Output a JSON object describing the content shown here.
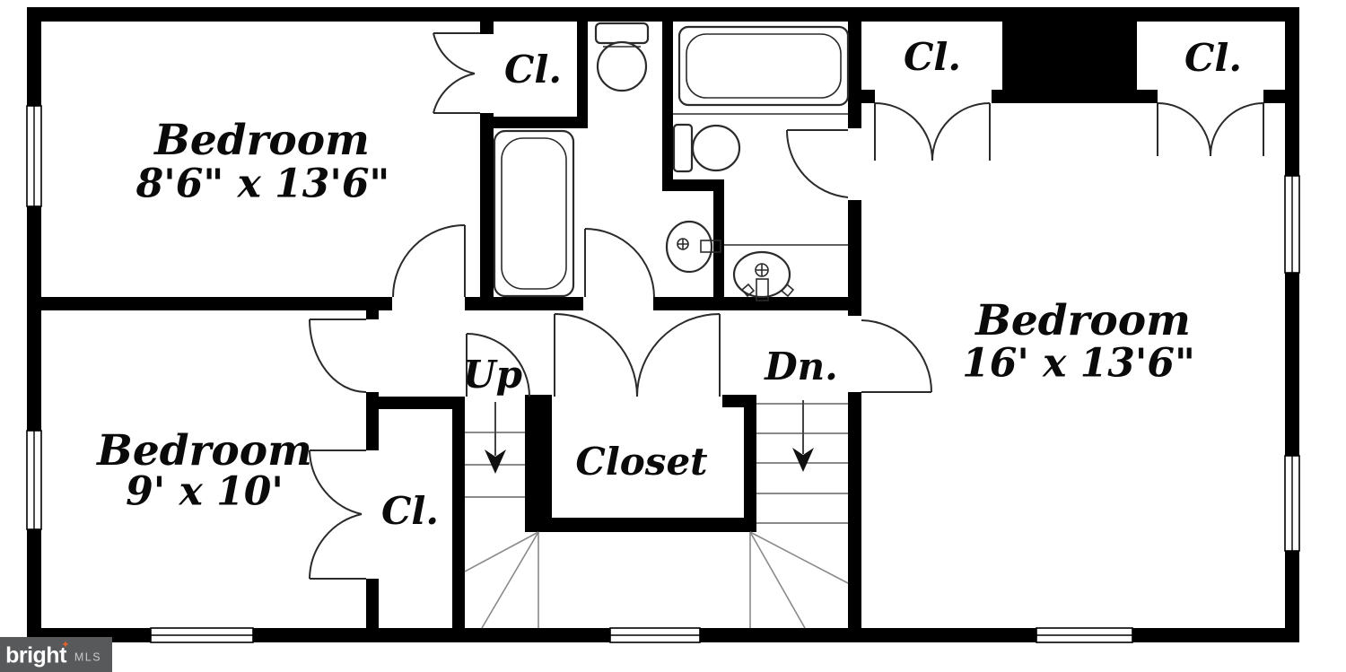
{
  "labels": {
    "bedroom_top_left": {
      "title": "Bedroom",
      "size": "8'6\" x 13'6\""
    },
    "bedroom_bottom_left": {
      "title": "Bedroom",
      "size": "9' x 10'"
    },
    "bedroom_right": {
      "title": "Bedroom",
      "size": "16' x 13'6\""
    },
    "closet_top_left": "Cl.",
    "closet_bottom_left": "Cl.",
    "closet_right_1": "Cl.",
    "closet_right_2": "Cl.",
    "closet_hall": "Closet",
    "stairs_up": "Up",
    "stairs_down": "Dn."
  },
  "logo": {
    "brand": "bright",
    "mls": "MLS",
    "star": "✦"
  },
  "colors": {
    "walls": "#000000",
    "background": "#ffffff",
    "logo_bg": "#58595b",
    "logo_text": "#ffffff",
    "logo_mls": "#c9cacc",
    "logo_star": "#e8622c"
  }
}
